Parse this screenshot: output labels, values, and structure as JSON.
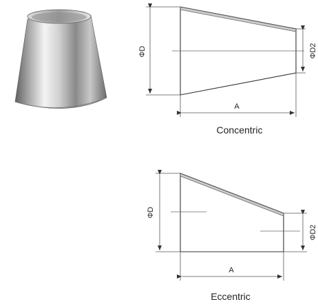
{
  "concentric": {
    "caption": "Concentric",
    "label_d": "ΦD",
    "label_d2": "ΦD2",
    "label_a": "A"
  },
  "eccentric": {
    "caption": "Eccentric",
    "label_d": "ΦD",
    "label_d2": "ΦD2",
    "label_a": "A"
  },
  "colors": {
    "metal_light": "#f2f2f2",
    "metal_mid": "#b9b9b9",
    "metal_dark": "#6e6e6e",
    "line": "#333333"
  }
}
